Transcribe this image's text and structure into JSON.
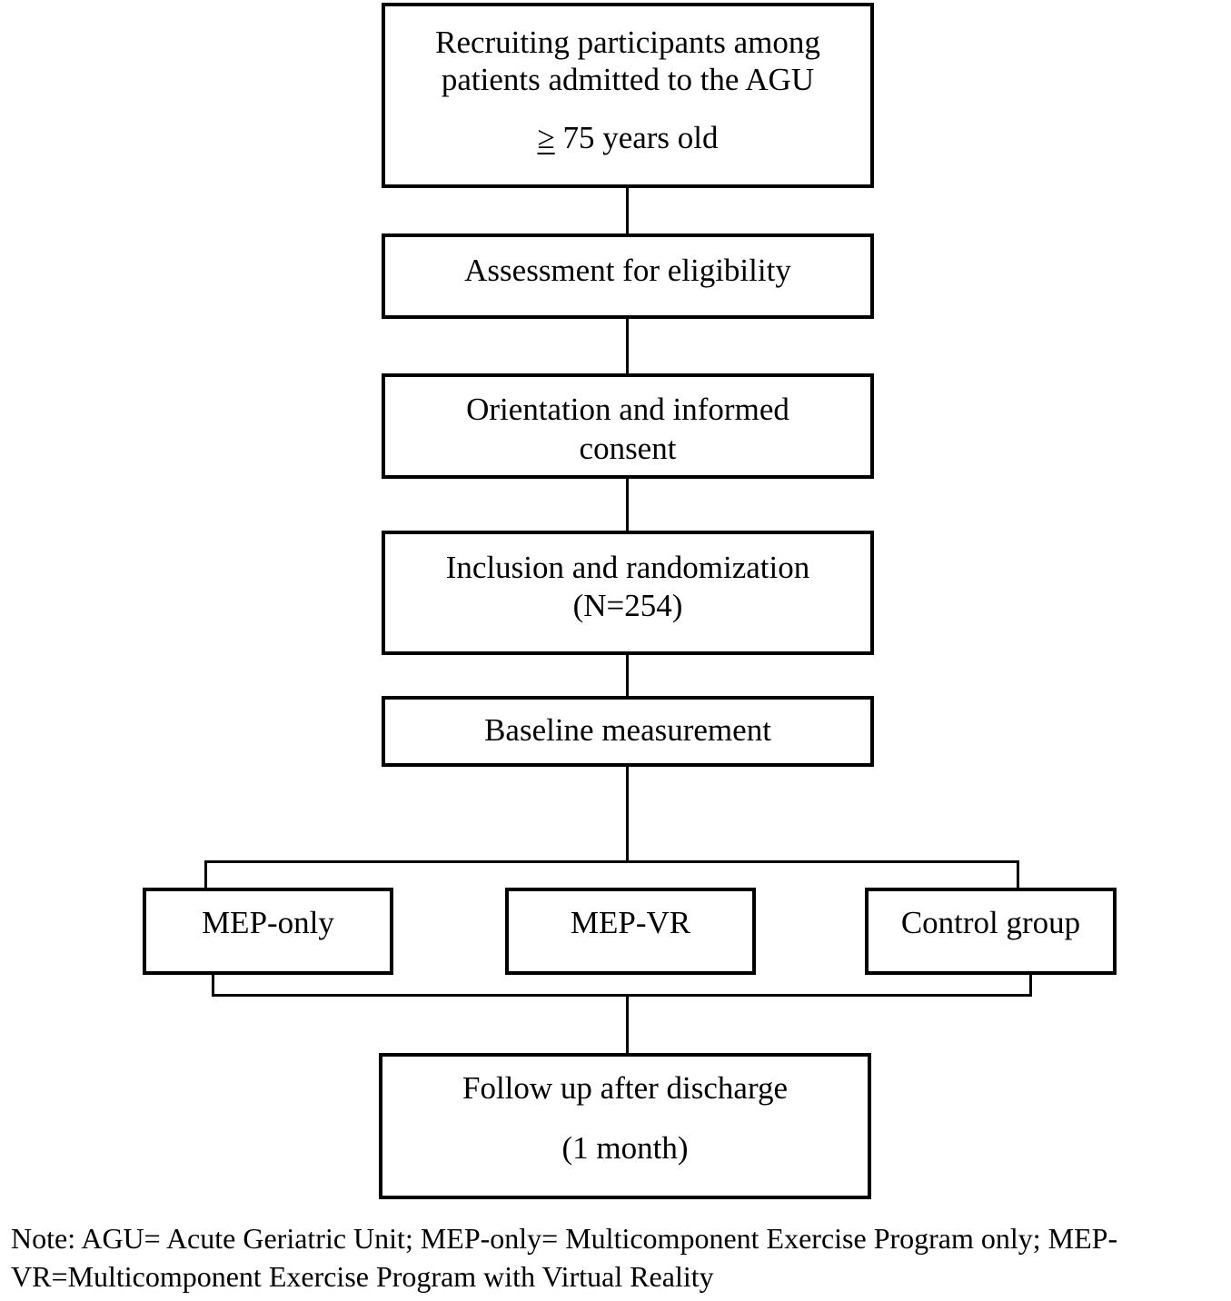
{
  "flow": {
    "recruit": {
      "line1": "Recruiting participants among",
      "line2": "patients admitted to the AGU",
      "age_symbol": "≥",
      "age_text": " 75 years old"
    },
    "eligibility": {
      "label": "Assessment for eligibility"
    },
    "consent": {
      "line1": "Orientation and informed",
      "line2": "consent"
    },
    "randomization": {
      "line1": "Inclusion and randomization",
      "line2": "(N=254)"
    },
    "baseline": {
      "label": "Baseline measurement"
    },
    "groups": [
      {
        "label": "MEP-only"
      },
      {
        "label": "MEP-VR"
      },
      {
        "label": "Control group"
      }
    ],
    "followup": {
      "line1": "Follow up after discharge",
      "line2": "(1 month)"
    }
  },
  "note": {
    "line1": "Note: AGU= Acute Geriatric Unit; MEP-only= Multicomponent Exercise Program only; MEP-",
    "line2": "VR=Multicomponent Exercise Program with Virtual Reality"
  },
  "colors": {
    "stroke": "#000000",
    "background": "#ffffff"
  }
}
